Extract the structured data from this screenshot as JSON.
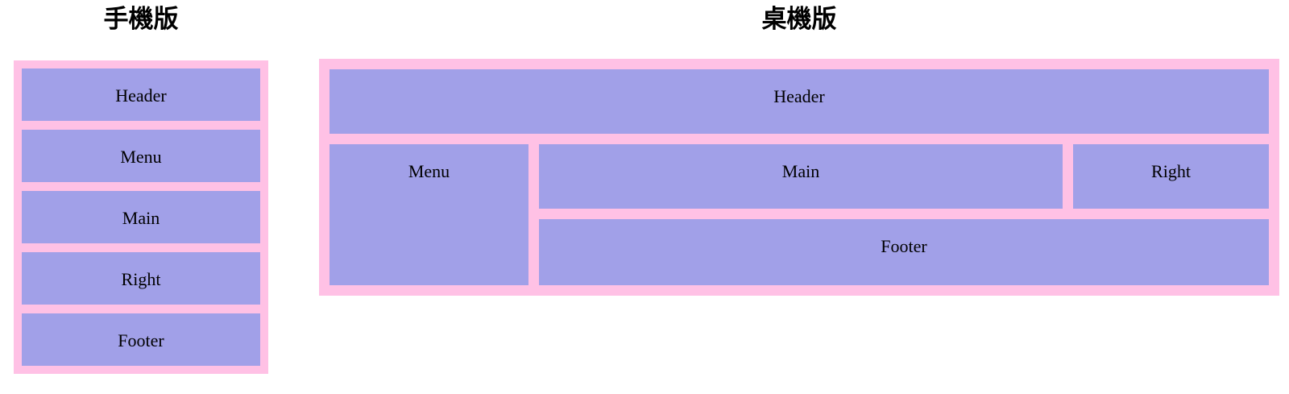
{
  "colors": {
    "page_bg": "#ffffff",
    "container_bg": "#ffc1e5",
    "box_bg": "#a1a0e8",
    "text": "#000000"
  },
  "mobile": {
    "title": "手機版",
    "boxes": [
      "Header",
      "Menu",
      "Main",
      "Right",
      "Footer"
    ]
  },
  "desktop": {
    "title": "桌機版",
    "boxes": {
      "header": "Header",
      "menu": "Menu",
      "main": "Main",
      "right": "Right",
      "footer": "Footer"
    }
  }
}
